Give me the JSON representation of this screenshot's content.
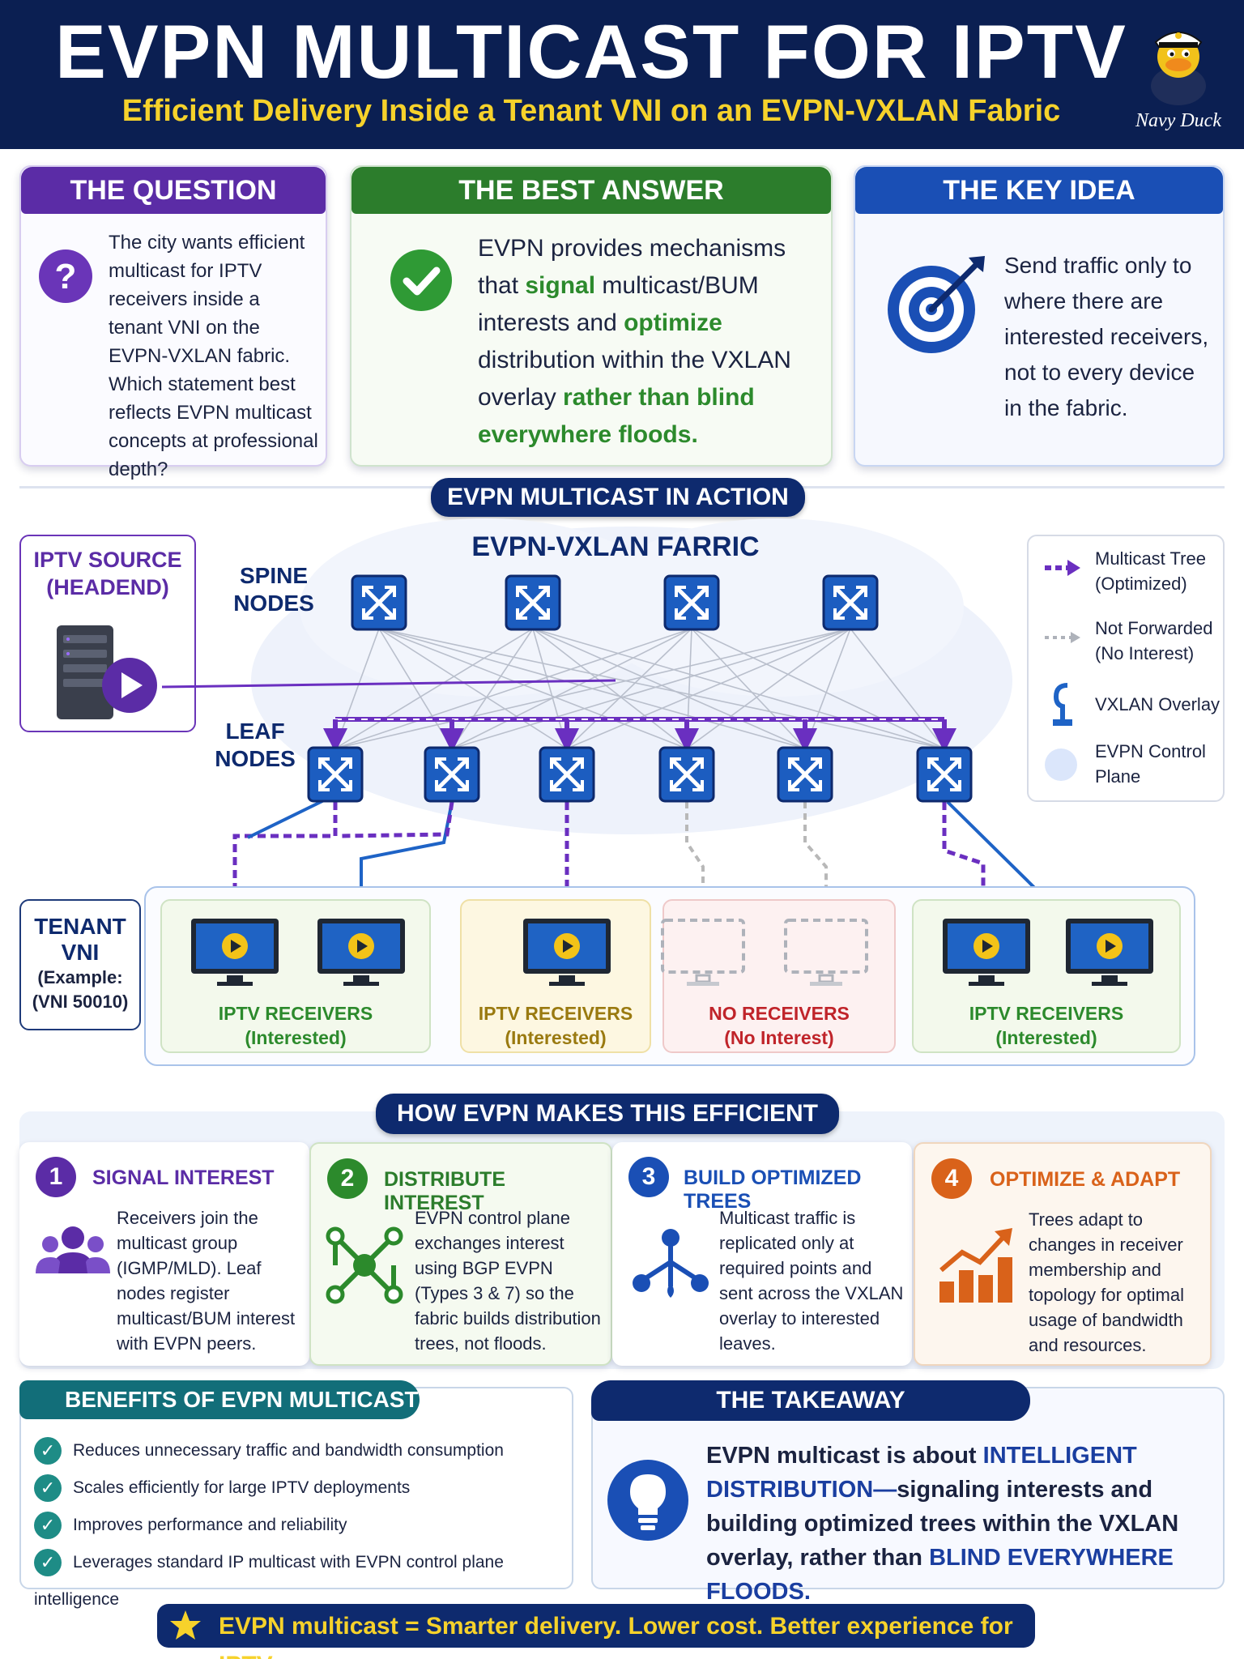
{
  "header": {
    "title": "EVPN MULTICAST FOR IPTV",
    "subtitle": "Efficient Delivery Inside a Tenant VNI on an EVPN-VXLAN Fabric",
    "brand": "Navy Duck"
  },
  "question": {
    "title": "THE QUESTION",
    "icon": "question-icon",
    "text": "The city wants efficient multicast for IPTV receivers inside a tenant VNI on the EVPN-VXLAN fabric. Which statement best reflects EVPN multicast concepts at professional depth?",
    "color": "#5b2ca6"
  },
  "answer": {
    "title": "THE BEST ANSWER",
    "icon": "check-icon",
    "part1": "EVPN provides mechanisms that ",
    "hl1": "signal",
    "part2": " multicast/BUM interests and ",
    "hl2": "optimize",
    "part3": " distribution within the VXLAN overlay ",
    "hl3": "rather than blind everywhere floods.",
    "color": "#2c8a2c"
  },
  "key_idea": {
    "title": "THE KEY IDEA",
    "icon": "target-icon",
    "text": "Send traffic only to where there are interested receivers, not to every device in the fabric.",
    "color": "#1a4fb5"
  },
  "diagram": {
    "section_title": "EVPN MULTICAST IN ACTION",
    "fabric_title": "EVPN-VXLAN FARRIC",
    "source_label": "IPTV SOURCE (HEADEND)",
    "spine_label": "SPINE NODES",
    "leaf_label": "LEAF NODES",
    "tenant_label_1": "TENANT",
    "tenant_label_2": "VNI",
    "tenant_label_3": "(Example:",
    "tenant_label_4": "(VNI 50010)",
    "spine_count": 4,
    "leaf_count": 6,
    "groups": [
      {
        "title": "IPTV RECEIVERS",
        "sub": "(Interested)",
        "state": "interested",
        "color": "#2c8a2c"
      },
      {
        "title": "IPTV RECEIVERS",
        "sub": "(Interested)",
        "state": "interested",
        "color": "#9a7a10"
      },
      {
        "title": "NO RECEIVERS",
        "sub": "(No Interest)",
        "state": "none",
        "color": "#c0242a"
      },
      {
        "title": "IPTV RECEIVERS",
        "sub": "(Interested)",
        "state": "interested",
        "color": "#2c8a2c"
      }
    ]
  },
  "legend": [
    {
      "icon": "multicast-tree-arrow-icon",
      "line1": "Multicast Tree",
      "line2": "(Optimized)"
    },
    {
      "icon": "not-forwarded-arrow-icon",
      "line1": "Not Forwarded",
      "line2": "(No Interest)"
    },
    {
      "icon": "vxlan-overlay-icon",
      "line1": "VXLAN Overlay",
      "line2": ""
    },
    {
      "icon": "evpn-control-plane-icon",
      "line1": "EVPN Control",
      "line2": "Plane"
    }
  ],
  "how": {
    "title": "HOW EVPN MAKES THIS EFFICIENT",
    "steps": [
      {
        "num": "1",
        "title": "SIGNAL INTEREST",
        "icon": "users-icon",
        "color": "#5b2ca6",
        "text": "Receivers join the multicast group (IGMP/MLD). Leaf nodes register multicast/BUM interest with EVPN peers."
      },
      {
        "num": "2",
        "title": "DISTRIBUTE INTEREST",
        "icon": "network-icon",
        "color": "#2c8a2c",
        "text": "EVPN control plane exchanges interest using BGP EVPN (Types 3 & 7) so the fabric builds distribution trees, not floods."
      },
      {
        "num": "3",
        "title": "BUILD OPTIMIZED TREES",
        "icon": "tree-icon",
        "color": "#1a4fb5",
        "text": "Multicast traffic is replicated only at required points and sent across the VXLAN overlay to interested leaves."
      },
      {
        "num": "4",
        "title": "OPTIMIZE & ADAPT",
        "icon": "growth-chart-icon",
        "color": "#d9621a",
        "text": "Trees adapt to changes in receiver membership and topology for optimal usage of bandwidth and resources."
      }
    ]
  },
  "benefits": {
    "title": "BENEFITS OF EVPN MULTICAST",
    "items": [
      "Reduces unnecessary traffic and bandwidth consumption",
      "Scales efficiently for large IPTV deployments",
      "Improves performance and reliability",
      "Leverages standard IP multicast with EVPN control plane intelligence"
    ]
  },
  "takeaway": {
    "title": "THE TAKEAWAY",
    "icon": "lightbulb-icon",
    "part1": "EVPN multicast is about ",
    "hl1": "INTELLIGENT DISTRIBUTION—",
    "part2": "signaling interests and building optimized trees within the VXLAN overlay, rather than ",
    "hl2": "BLIND EVERYWHERE FLOODS."
  },
  "footer": {
    "text": "EVPN multicast = Smarter delivery. Lower cost. Better experience for IPTV.",
    "icon": "star-icon"
  }
}
